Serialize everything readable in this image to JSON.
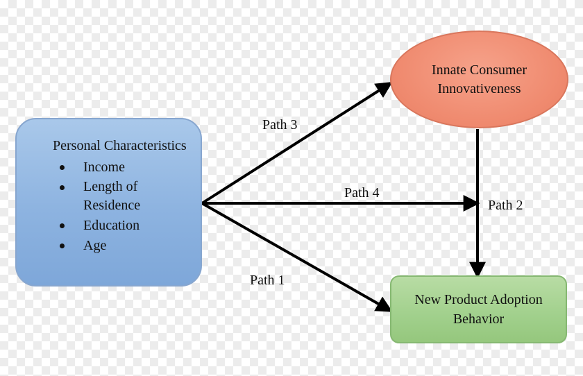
{
  "nodes": {
    "personal": {
      "title": "Personal Characteristics",
      "items": [
        "Income",
        "Length of Residence",
        "Education",
        "Age"
      ]
    },
    "innate": {
      "label": "Innate Consumer Innovativeness"
    },
    "adoption": {
      "label": "New Product Adoption Behavior"
    }
  },
  "paths": {
    "path1": "Path 1",
    "path2": "Path 2",
    "path3": "Path 3",
    "path4": "Path 4"
  },
  "colors": {
    "personal_fill": "#8db3e0",
    "innate_fill": "#f08c71",
    "adoption_fill": "#a1d08c",
    "arrow": "#000000"
  }
}
